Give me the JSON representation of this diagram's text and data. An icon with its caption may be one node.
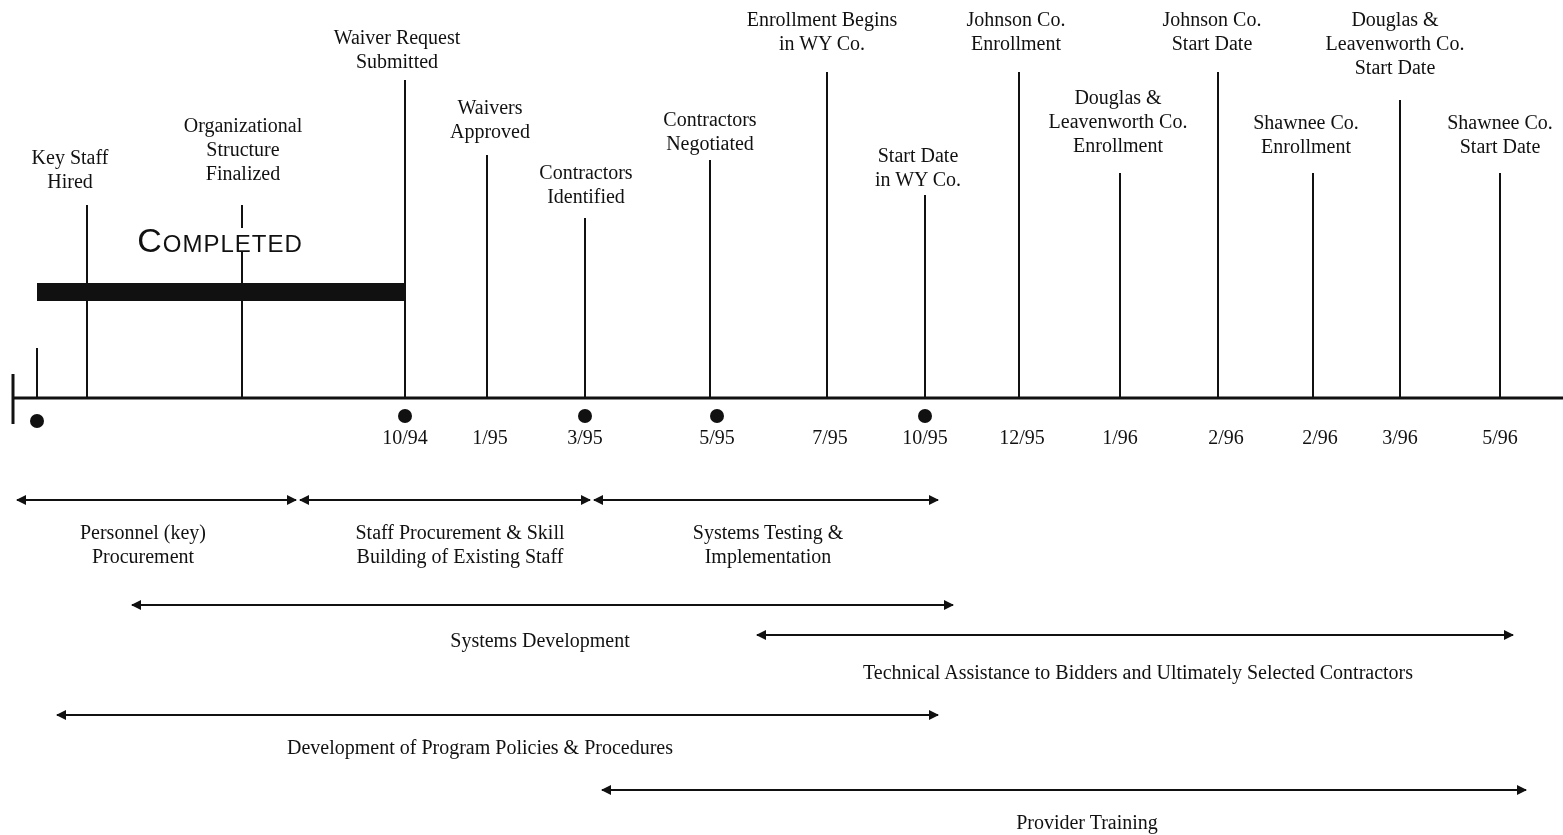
{
  "diagram": {
    "nodes": [
      {
        "text": [],
        "shape": "bar"
      }
    ],
    "labels": [
      "Key Staff Hired",
      "Organizational Structure Finalized",
      "Waiver Request Submitted",
      "Waivers Approved",
      "Contractors Identified",
      "Contractors Negotiated",
      "Enrollment Begins in WY Co.",
      "Start Date in WY Co.",
      "Johnson Co. Enrollment",
      "Douglas & Leavenworth Co. Enrollment",
      "Johnson Co. Start Date",
      "Shawnee Co. Enrollment",
      "Douglas & Leavenworth Co. Start Date",
      "Shawnee Co. Start Date",
      "Completed",
      "10/94",
      "1/95",
      "3/95",
      "5/95",
      "7/95",
      "10/95",
      "12/95",
      "1/96",
      "2/96",
      "2/96",
      "3/96",
      "5/96",
      "Personnel (key) Procurement",
      "Staff Procurement & Skill Building of Existing Staff",
      "Systems Testing & Implementation",
      "Systems Development",
      "Technical Assistance to Bidders and Ultimately Selected Contractors",
      "Development of Program Policies & Procedures",
      "Provider Training"
    ]
  }
}
